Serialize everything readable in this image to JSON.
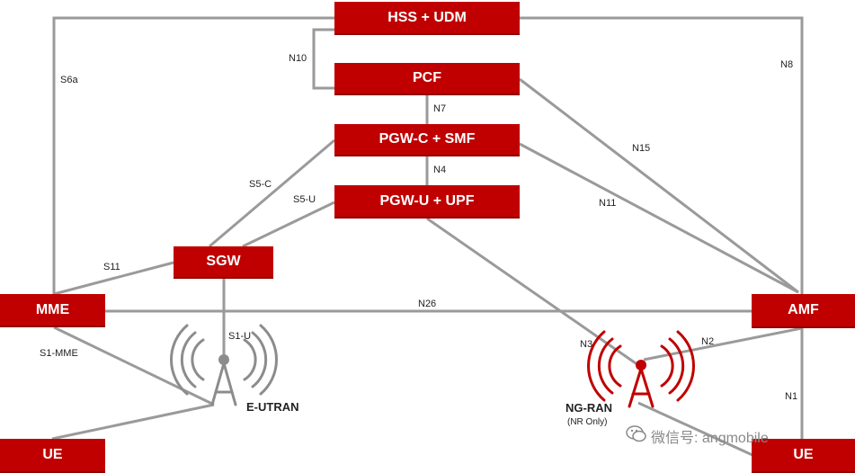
{
  "colors": {
    "node_fill": "#c00000",
    "line": "#9a9a9a",
    "antenna_lte": "#8c8c8c",
    "antenna_nr": "#c00000"
  },
  "nodes": {
    "hss_udm": "HSS + UDM",
    "pcf": "PCF",
    "pgw_c_smf": "PGW-C + SMF",
    "pgw_u_upf": "PGW-U + UPF",
    "sgw": "SGW",
    "mme": "MME",
    "amf": "AMF",
    "ue_left": "UE",
    "ue_right": "UE"
  },
  "interfaces": {
    "n10": "N10",
    "n7": "N7",
    "n4": "N4",
    "s6a": "S6a",
    "n8": "N8",
    "n15": "N15",
    "n11": "N11",
    "s5c": "S5-C",
    "s5u": "S5-U",
    "s11": "S11",
    "n26": "N26",
    "s1mme": "S1-MME",
    "s1u": "S1-U",
    "n3": "N3",
    "n2": "N2",
    "n1": "N1"
  },
  "access": {
    "eutran": "E-UTRAN",
    "ngran": "NG-RAN",
    "ngran_note": "(NR Only)"
  },
  "watermark": {
    "icon": "wechat-icon",
    "text": "微信号: angmobile"
  }
}
